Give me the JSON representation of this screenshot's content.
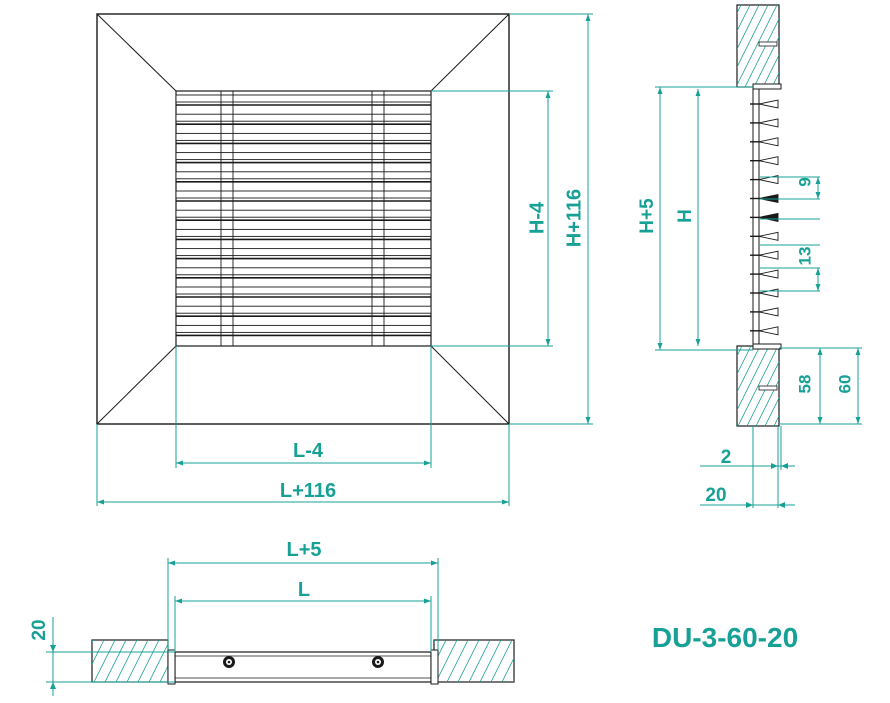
{
  "front_view": {
    "dim_inner_width": "L-4",
    "dim_outer_width": "L+116",
    "dim_inner_height": "H-4",
    "dim_outer_height": "H+116"
  },
  "side_view": {
    "dim_frame_height": "H+5",
    "dim_height": "H",
    "dim_blade_step": "9",
    "dim_blade_gap": "13",
    "dim_flange_58": "58",
    "dim_flange_60": "60",
    "dim_offset_2": "2",
    "dim_depth_20": "20"
  },
  "bottom_view": {
    "dim_frame_width": "L+5",
    "dim_width": "L",
    "dim_depth": "20"
  },
  "model_code": "DU-3-60-20",
  "colors": {
    "accent": "#17a196",
    "ink": "#1a1a1a"
  }
}
